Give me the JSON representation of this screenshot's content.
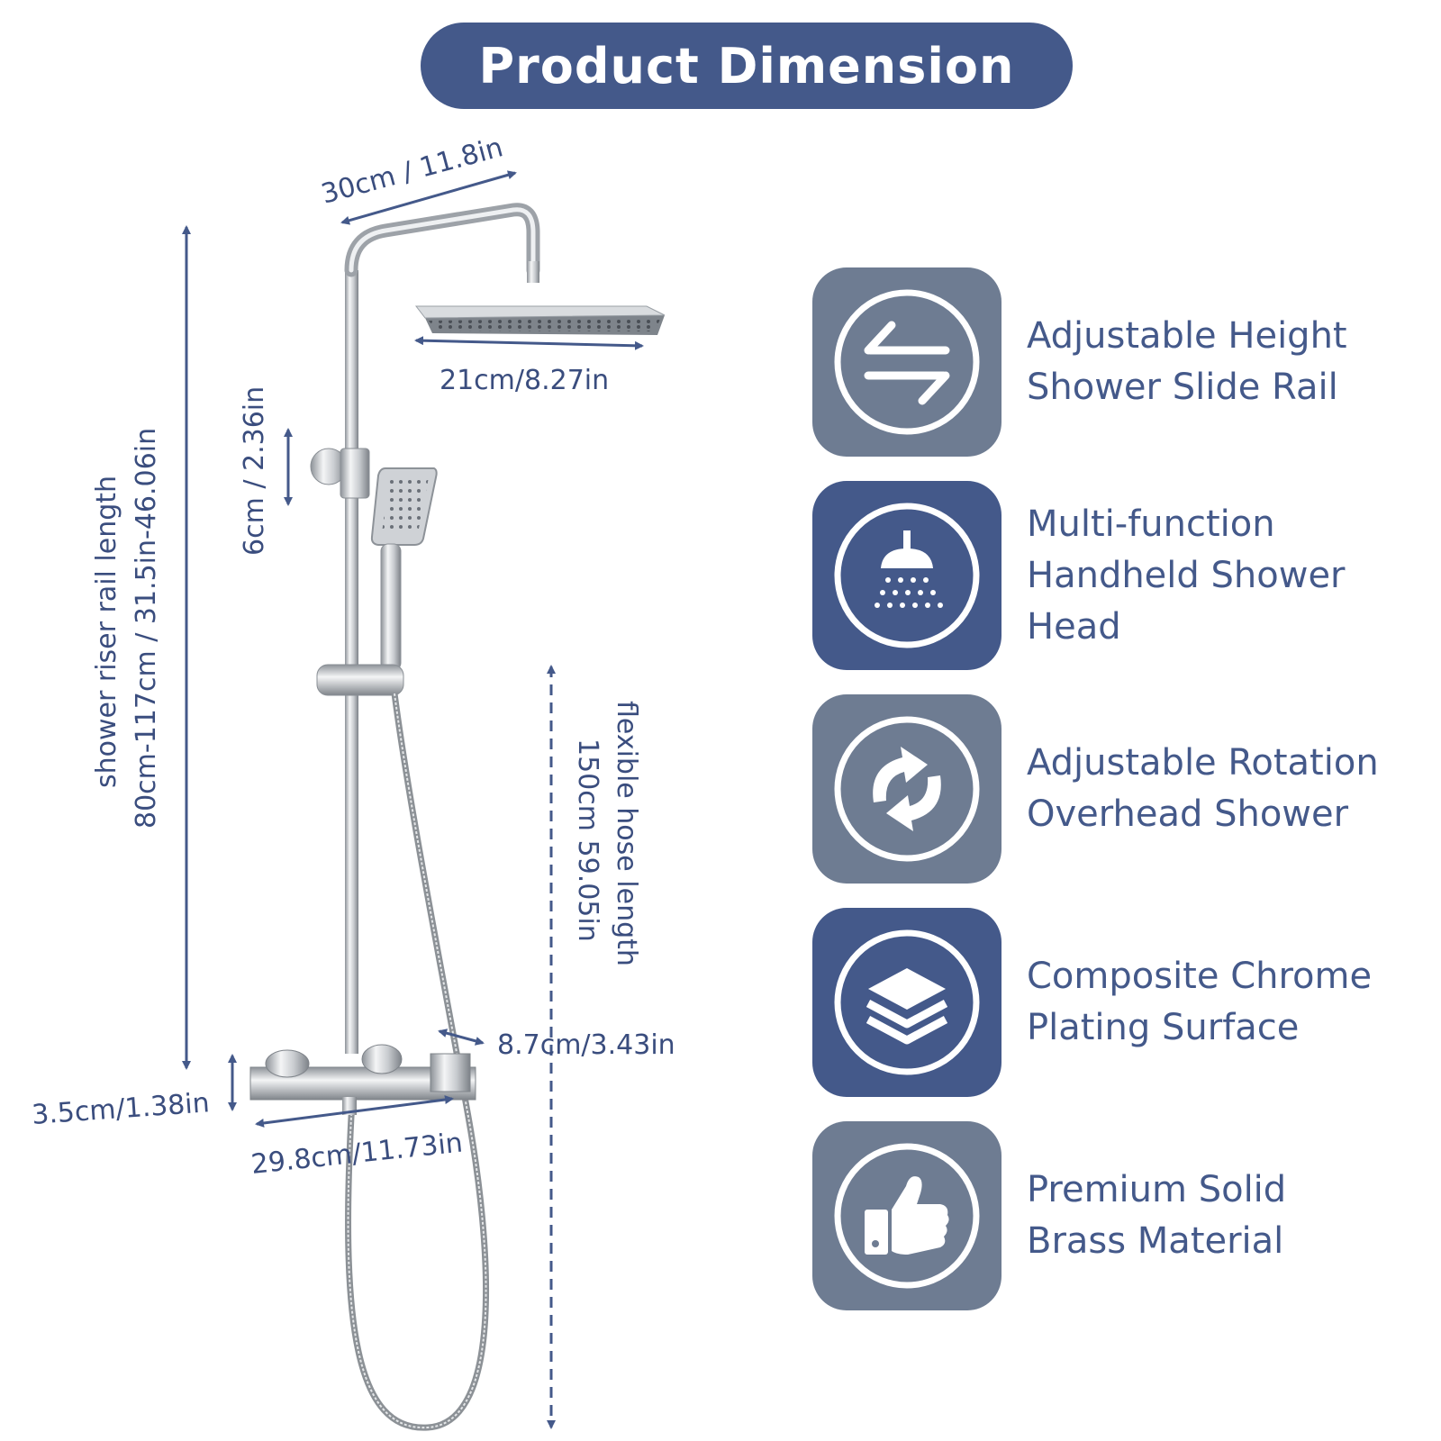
{
  "title": "Product Dimension",
  "colors": {
    "brand_blue": "#44598a",
    "slate_grey": "#6e7c92",
    "dim_text": "#3a4d7e",
    "chrome": "#b8bcc2"
  },
  "dimensions": {
    "top_arm": "30cm / 11.8in",
    "head_width": "21cm/8.27in",
    "bracket_height": "6cm / 2.36in",
    "rail_length_label": "shower riser rail length",
    "rail_length_value": "80cm-117cm / 31.5in-46.06in",
    "hose_label": "flexible hose length",
    "hose_value": "150cm 59.05in",
    "outlet_depth": "8.7cm/3.43in",
    "valve_height": "3.5cm/1.38in",
    "valve_width": "29.8cm/11.73in"
  },
  "features": [
    {
      "icon": "swap-arrows-icon",
      "lines": [
        "Adjustable Height",
        "Shower Slide Rail"
      ]
    },
    {
      "icon": "shower-head-icon",
      "lines": [
        "Multi-function",
        "Handheld Shower",
        "Head"
      ]
    },
    {
      "icon": "rotation-arrows-icon",
      "lines": [
        "Adjustable Rotation",
        "Overhead Shower"
      ]
    },
    {
      "icon": "layers-icon",
      "lines": [
        "Composite Chrome",
        "Plating Surface"
      ]
    },
    {
      "icon": "thumbs-up-icon",
      "lines": [
        "Premium Solid",
        "Brass Material"
      ]
    }
  ]
}
